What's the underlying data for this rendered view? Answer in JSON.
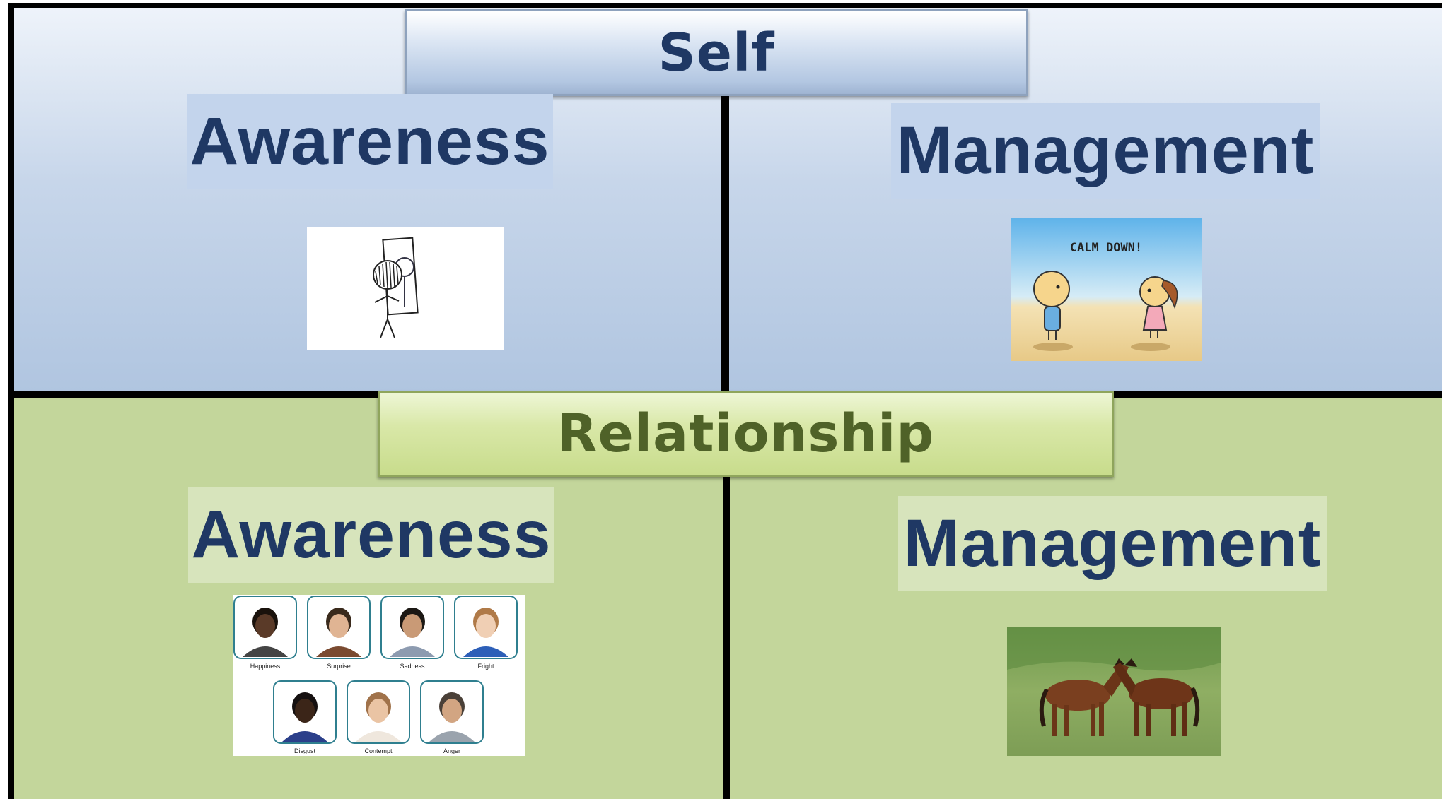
{
  "banners": {
    "top": "Self",
    "bottom": "Relationship"
  },
  "quadrants": {
    "top_left": {
      "label": "Awareness"
    },
    "top_right": {
      "label": "Management",
      "image_text": "CALM DOWN!"
    },
    "bottom_left": {
      "label": "Awareness",
      "faces": [
        "Happiness",
        "Surprise",
        "Sadness",
        "Fright",
        "Disgust",
        "Contempt",
        "Anger"
      ]
    },
    "bottom_right": {
      "label": "Management"
    }
  },
  "colors": {
    "title_text": "#1f3864",
    "relationship_text": "#4f6228",
    "top_panel": "#b0c5e0",
    "bottom_panel": "#c3d69b"
  }
}
